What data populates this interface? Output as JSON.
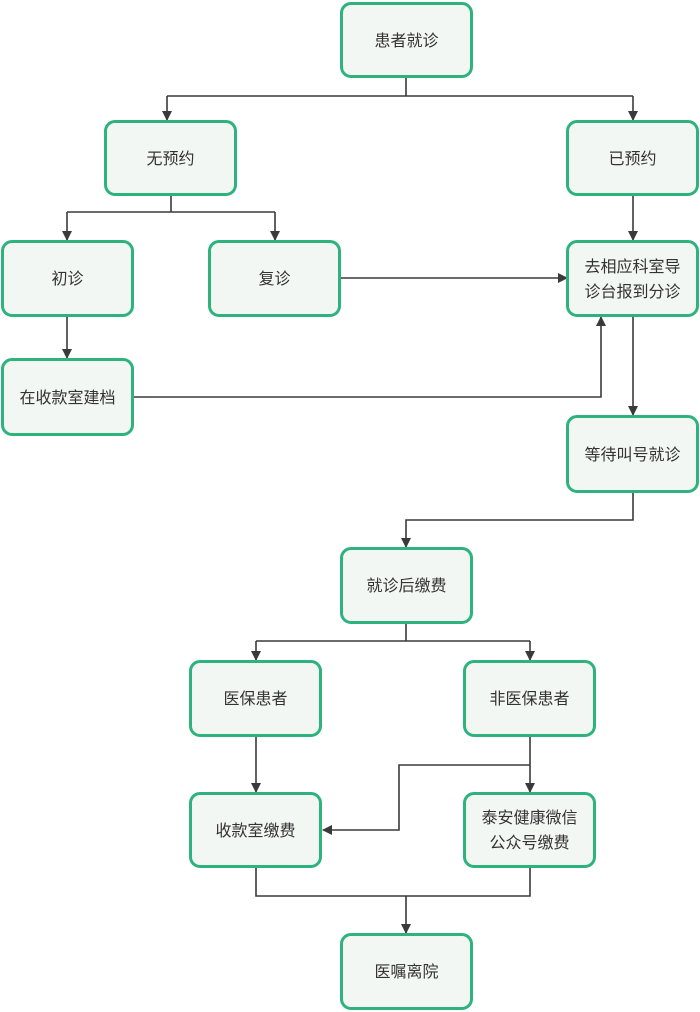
{
  "nodes": {
    "visit": "患者就诊",
    "no_appt": "无预约",
    "has_appt": "已预约",
    "first": "初诊",
    "return": "复诊",
    "guide": "去相应科室导\n诊台报到分诊",
    "register": "在收款室建档",
    "wait": "等待叫号就诊",
    "pay_after": "就诊后缴费",
    "insured": "医保患者",
    "uninsured": "非医保患者",
    "cashier": "收款室缴费",
    "wechat": "泰安健康微信\n公众号缴费",
    "leave": "医嘱离院"
  },
  "colors": {
    "border": "#2fb37e",
    "fill": "#f3f7f4",
    "line": "#3a3a3a",
    "text": "#333333"
  }
}
